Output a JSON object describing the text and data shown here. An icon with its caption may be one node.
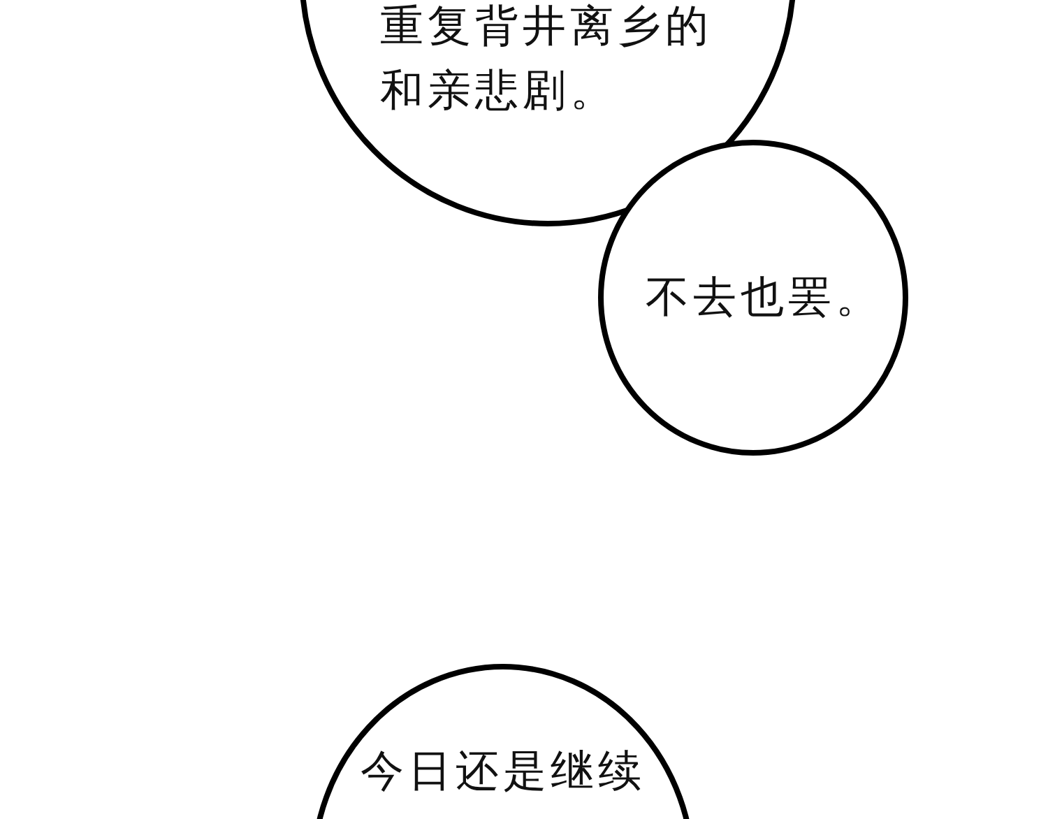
{
  "diagram": {
    "nodes": [
      {
        "text": [
          "重复背井离乡的和亲悲剧。"
        ]
      },
      {
        "text": [
          "不去也罢。"
        ]
      },
      {
        "text": [
          "今日还是继续"
        ]
      }
    ]
  }
}
